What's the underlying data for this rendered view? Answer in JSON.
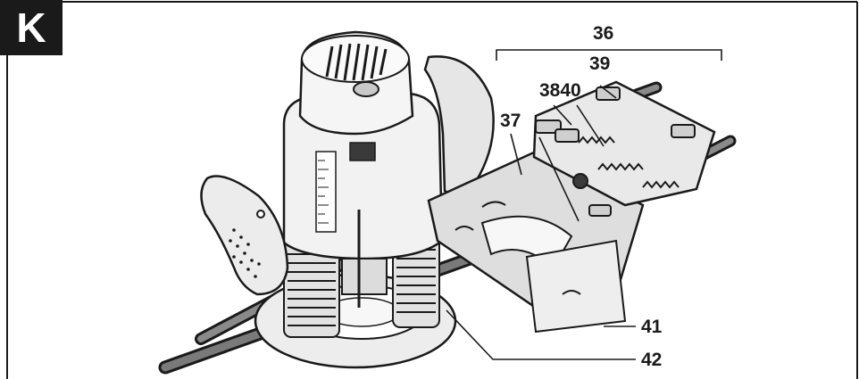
{
  "panel": {
    "letter": "K"
  },
  "callouts": {
    "c36": "36",
    "c39": "39",
    "c3840": "3840",
    "c37": "37",
    "c41": "41",
    "c42": "42"
  },
  "colors": {
    "ink": "#1a1a1a",
    "body": "#ececec",
    "shade": "#bdbdbd",
    "dark": "#6e6e6e"
  }
}
